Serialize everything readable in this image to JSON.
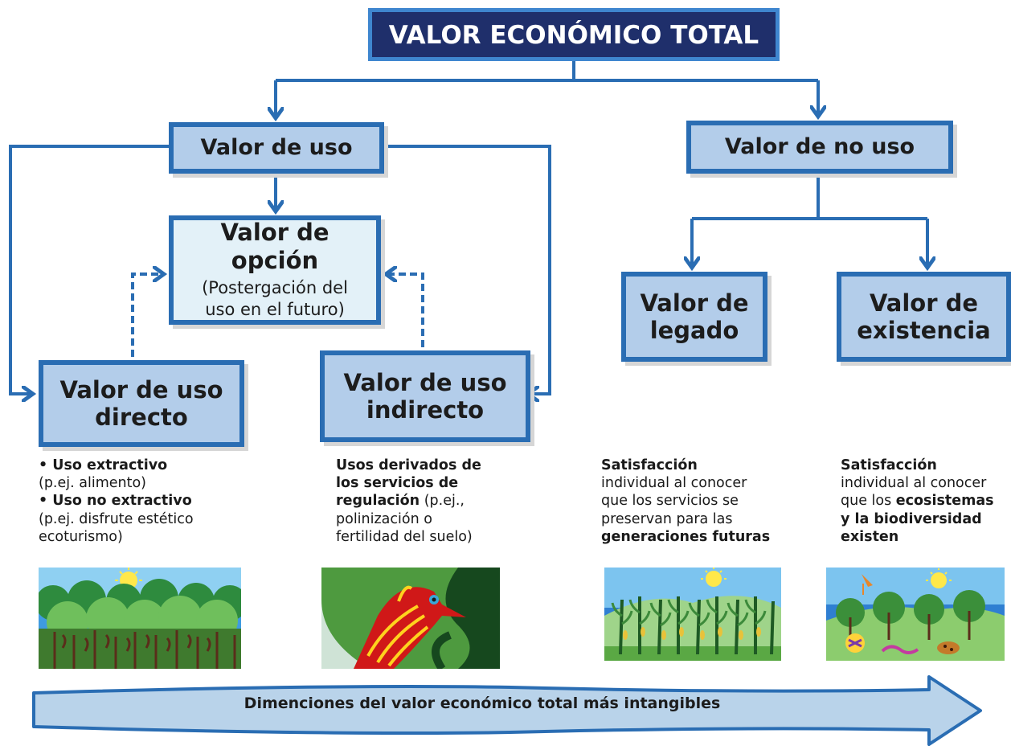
{
  "diagram": {
    "title": "VALOR ECONÓMICO TOTAL",
    "nodes": {
      "uso": {
        "title": "Valor de uso"
      },
      "no_uso": {
        "title": "Valor de no uso"
      },
      "opcion": {
        "title": "Valor de opción",
        "subtitle_line1": "(Postergación del",
        "subtitle_line2": "uso en el futuro)"
      },
      "directo": {
        "title_line1": "Valor de uso",
        "title_line2": "directo"
      },
      "indirecto": {
        "title_line1": "Valor de uso",
        "title_line2": "indirecto"
      },
      "legado": {
        "title_line1": "Valor de",
        "title_line2": "legado"
      },
      "existencia": {
        "title_line1": "Valor de",
        "title_line2": "existencia"
      }
    },
    "descriptions": {
      "directo": {
        "item1_bold": "• Uso extractivo",
        "item1_text": "(p.ej. alimento)",
        "item2_bold": "• Uso no extractivo",
        "item2_text_line1": "(p.ej. disfrute estético",
        "item2_text_line2": "ecoturismo)"
      },
      "indirecto": {
        "bold_line1": "Usos derivados de",
        "bold_line2": "los servicios de",
        "bold_line3": "regulación",
        "text_line3": " (p.ej.,",
        "text_line4": "polinización o",
        "text_line5": "fertilidad del suelo)"
      },
      "legado": {
        "bold_line1": "Satisfacción",
        "text_line2": "individual al conocer",
        "text_line3": "que los servicios se",
        "text_line4": "preservan para las",
        "bold_line5": "generaciones futuras"
      },
      "existencia": {
        "bold_line1": "Satisfacción",
        "text_line2": "individual al conocer",
        "text_line3": "que los ",
        "bold_line3": "ecosistemas",
        "bold_line4": "y la biodiversidad",
        "bold_line5": "existen"
      }
    },
    "bottom_arrow_label": "Dimenciones del valor económico total más intangibles",
    "colors": {
      "box_fill": "#b3cdea",
      "box_border": "#2a6db3",
      "option_fill": "#e3f1f8",
      "title_fill": "#1f2f6b",
      "connector": "#2a6db3",
      "arrow_fill": "#b9d3ea"
    },
    "illustrations": [
      "forest-trees-illustration",
      "bird-illustration",
      "corn-field-illustration",
      "forest-animals-illustration"
    ]
  }
}
